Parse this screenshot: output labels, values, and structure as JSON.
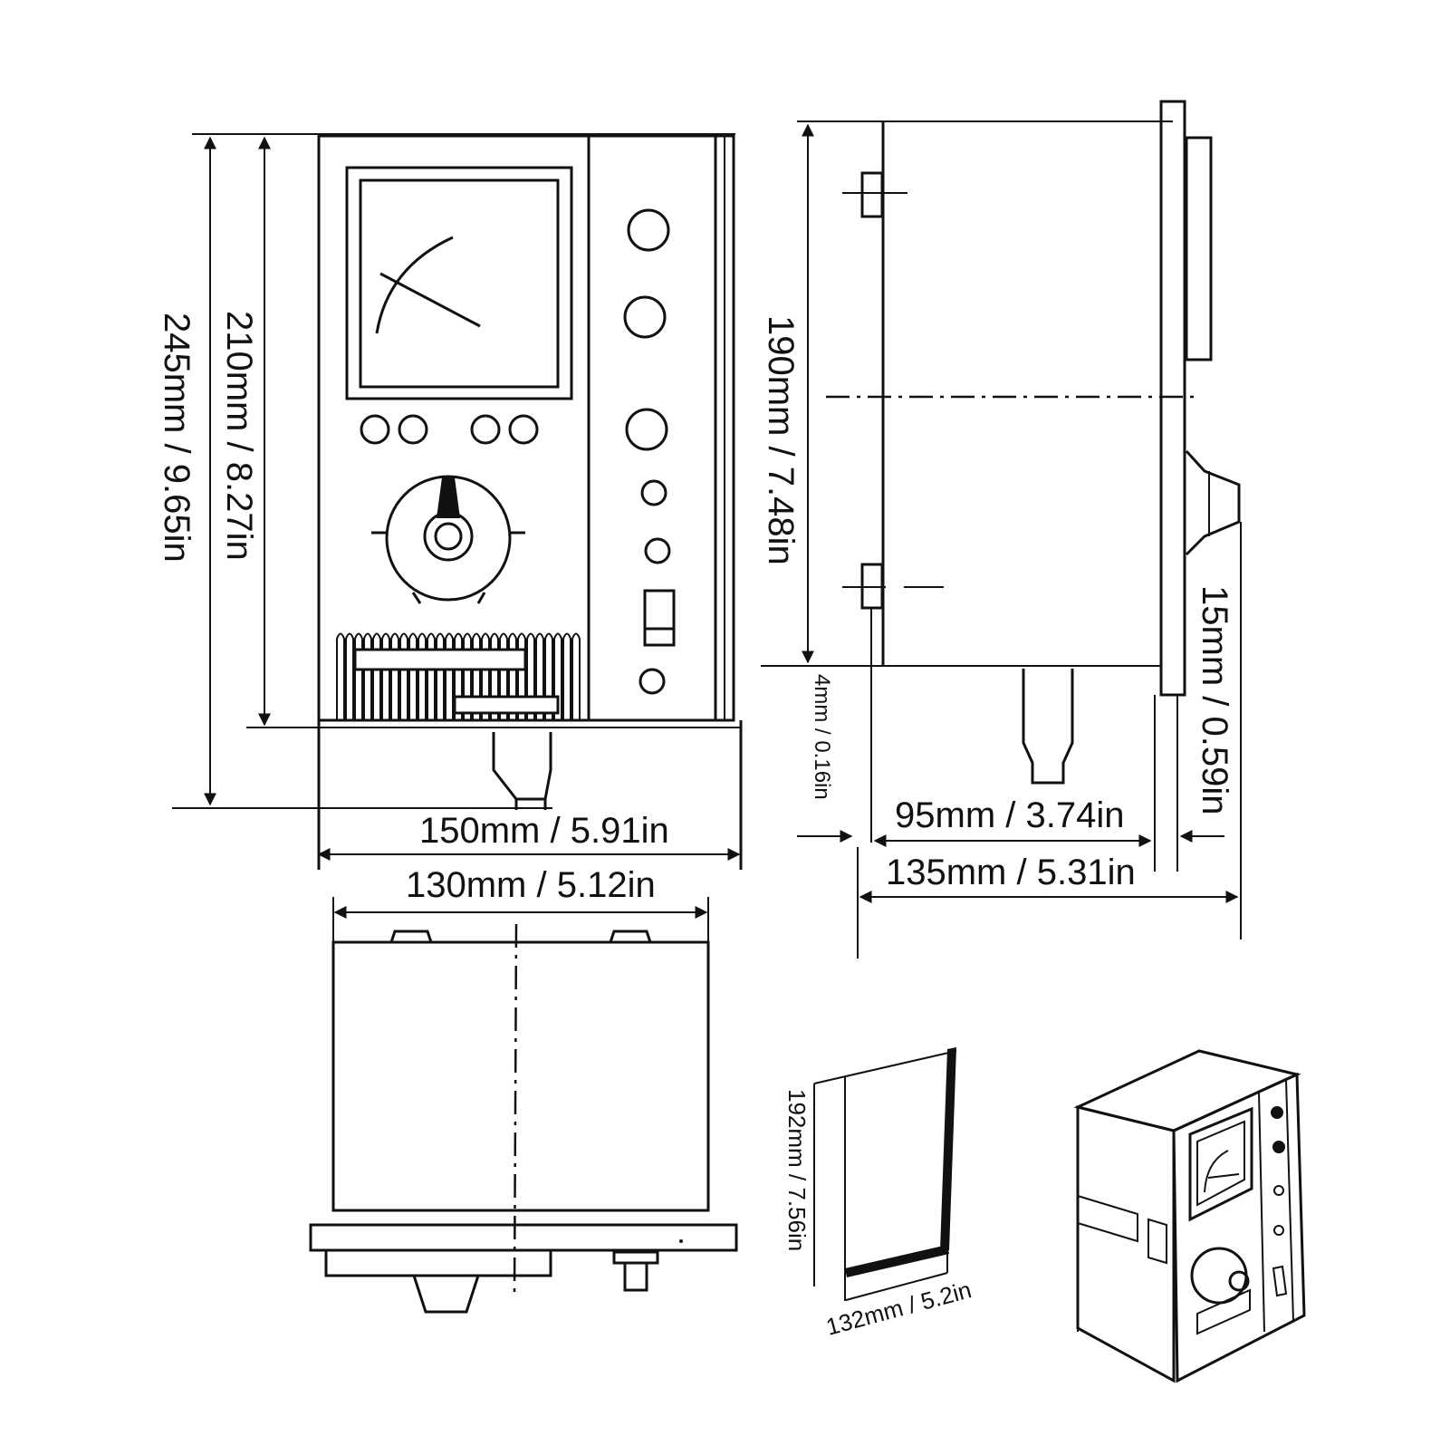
{
  "colors": {
    "ink": "#111111",
    "paper": "#ffffff"
  },
  "dimensions": {
    "front_total_height": "245mm / 9.65in",
    "front_body_height": "210mm / 8.27in",
    "front_total_width": "150mm / 5.91in",
    "top_width": "130mm / 5.12in",
    "side_body_height": "190mm / 7.48in",
    "side_offset": "4mm / 0.16in",
    "side_depth": "95mm / 3.74in",
    "side_total_depth": "135mm / 5.31in",
    "side_panel_thickness": "15mm / 0.59in",
    "cutout_height": "192mm / 7.56in",
    "cutout_width": "132mm / 5.2in"
  }
}
